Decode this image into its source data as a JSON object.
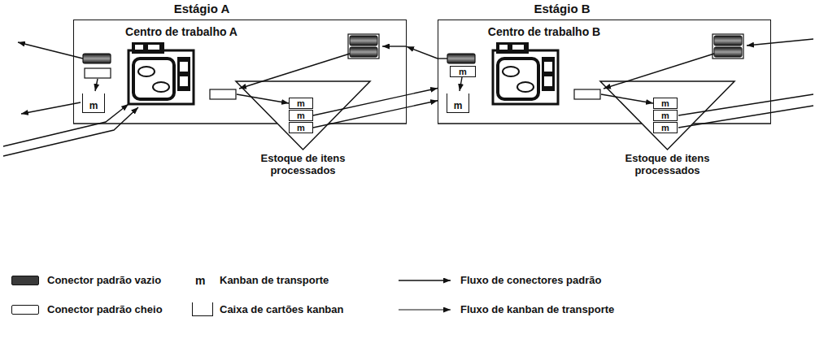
{
  "diagram": {
    "nodes": [
      {
        "text": [
          "Estágio A",
          "Centro de trabalho A"
        ]
      },
      {
        "text": [
          "m"
        ],
        "in": 0
      },
      {
        "text": [
          "Estoque de itens processados"
        ]
      },
      {
        "text": [
          "m"
        ],
        "in": 2
      },
      {
        "text": [
          "m"
        ],
        "in": 2
      },
      {
        "text": [
          "m"
        ],
        "in": 2
      },
      {
        "text": [
          "Estágio B",
          "Centro de trabalho B"
        ]
      },
      {
        "text": [
          "m"
        ],
        "in": 6
      },
      {
        "text": [
          "m"
        ],
        "in": 6
      },
      {
        "text": [
          "Estoque de itens processados"
        ]
      },
      {
        "text": [
          "m"
        ],
        "in": 9
      },
      {
        "text": [
          "m"
        ],
        "in": 9
      },
      {
        "text": [
          "m"
        ],
        "in": 9
      }
    ],
    "edges": [
      {
        "from": 0,
        "to": 3,
        "arrow": "to"
      },
      {
        "from": 4,
        "to": 6,
        "arrow": "to"
      },
      {
        "from": 5,
        "to": 6,
        "arrow": "to"
      },
      {
        "from": 6,
        "to": 0,
        "arrow": "to"
      },
      {
        "from": 6,
        "to": 10,
        "arrow": "to"
      }
    ],
    "labels": [
      "m"
    ],
    "legend": [
      {
        "text": "Conector padrão vazio",
        "color": "#3a3a3a"
      },
      {
        "text": "Kanban de transporte"
      },
      {
        "text": "Fluxo de conectores padrão"
      },
      {
        "text": "Conector padrão cheio",
        "color": "#ffffff"
      },
      {
        "text": "Caixa de cartões kanban"
      },
      {
        "text": "Fluxo de kanban de transporte"
      }
    ]
  }
}
